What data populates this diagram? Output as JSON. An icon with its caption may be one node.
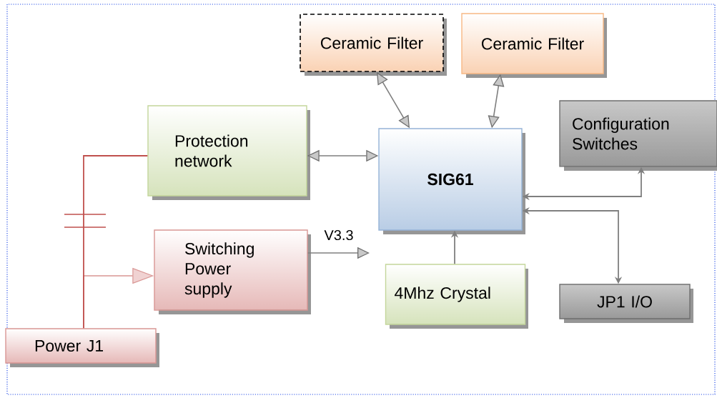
{
  "diagram": {
    "nodes": [
      {
        "text": [
          "Ceramic Filter"
        ]
      },
      {
        "text": [
          "Ceramic Filter"
        ]
      },
      {
        "text": [
          "Protection network"
        ]
      },
      {
        "text": [
          "Configuration Switches"
        ]
      },
      {
        "text": [
          "SIG61"
        ]
      },
      {
        "text": [
          "Switching Power supply"
        ]
      },
      {
        "text": [
          "4Mhz Crystal"
        ]
      },
      {
        "text": [
          "JP1 I/O"
        ]
      },
      {
        "text": [
          "Power J1"
        ]
      }
    ],
    "edges": [
      {
        "from": 0,
        "to": 4,
        "arrow": "both"
      },
      {
        "from": 1,
        "to": 4,
        "arrow": "both"
      },
      {
        "from": 2,
        "to": 4,
        "arrow": "both"
      },
      {
        "from": 5,
        "to": null,
        "arrow": "to",
        "label": "V3.3"
      },
      {
        "from": 6,
        "to": 4,
        "arrow": "to"
      },
      {
        "from": 4,
        "to": 3,
        "arrow": "both"
      },
      {
        "from": 4,
        "to": 7,
        "arrow": "both"
      },
      {
        "from": 8,
        "to": 5,
        "arrow": "to",
        "color": "#d99694"
      },
      {
        "from": 8,
        "to": 2,
        "arrow": "none",
        "color": "#c0504d"
      }
    ]
  }
}
